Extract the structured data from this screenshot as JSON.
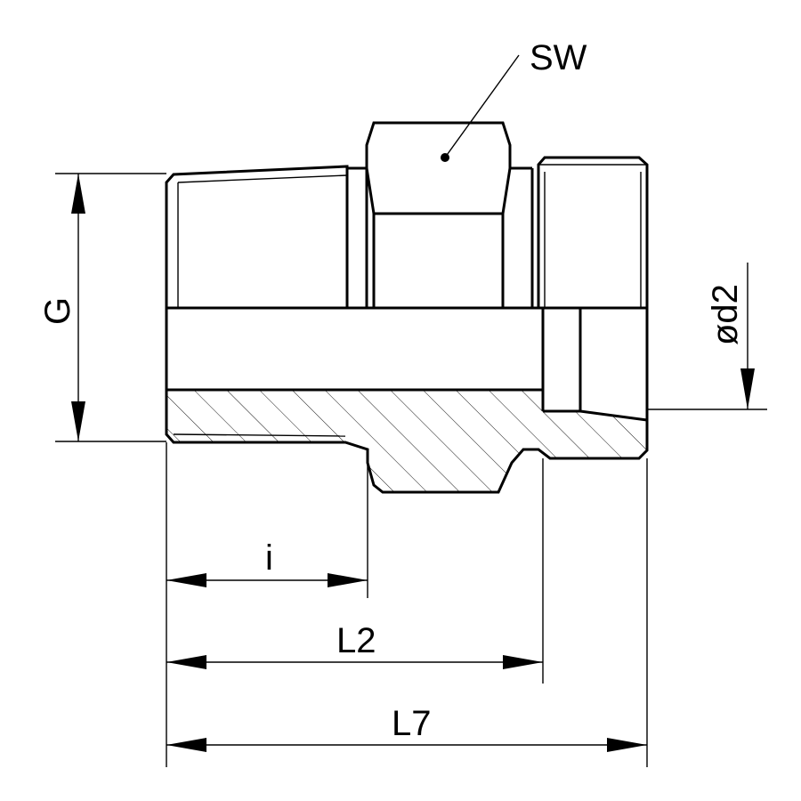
{
  "labels": {
    "sw": "SW",
    "g": "G",
    "d2": "ød2",
    "i": "i",
    "l2": "L2",
    "l7": "L7"
  }
}
